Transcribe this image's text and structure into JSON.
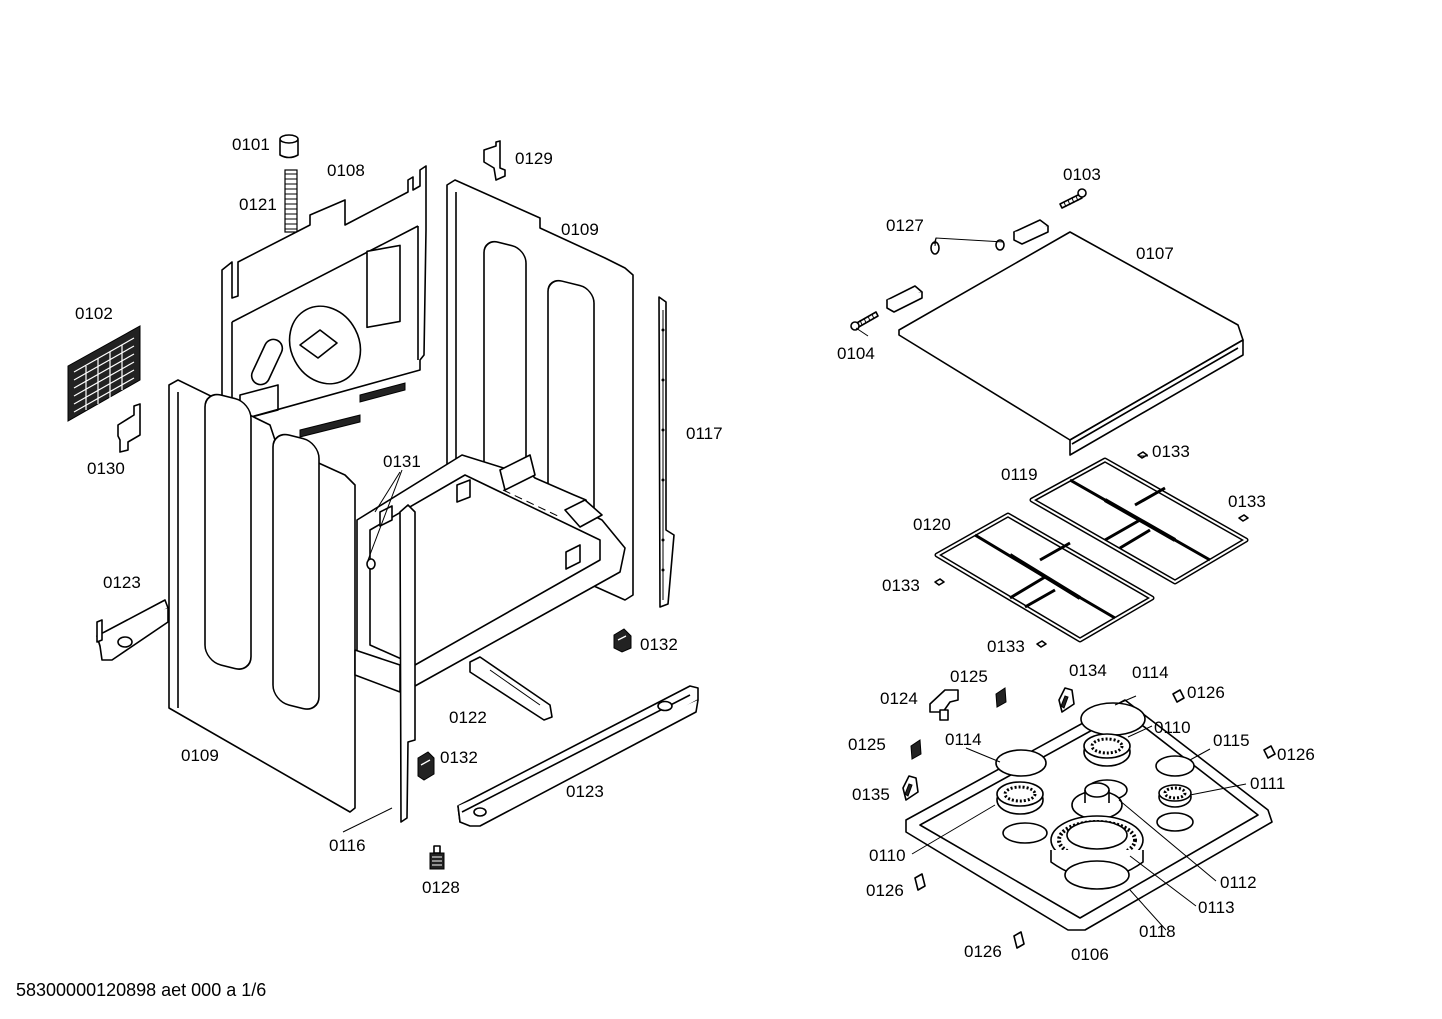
{
  "document": {
    "footer_text": "58300000120898 aet 000 a 1/6"
  },
  "labels": {
    "p0101": "0101",
    "p0108": "0108",
    "p0121": "0121",
    "p0129": "0129",
    "p0109_top": "0109",
    "p0102": "0102",
    "p0130": "0130",
    "p0131": "0131",
    "p0117": "0117",
    "p0123_left": "0123",
    "p0132_a": "0132",
    "p0122": "0122",
    "p0109_bottom": "0109",
    "p0132_b": "0132",
    "p0123_right": "0123",
    "p0116": "0116",
    "p0128": "0128",
    "p0103": "0103",
    "p0127": "0127",
    "p0107": "0107",
    "p0104": "0104",
    "p0133_a": "0133",
    "p0119": "0119",
    "p0133_b": "0133",
    "p0120": "0120",
    "p0133_c": "0133",
    "p0133_d": "0133",
    "p0125_a": "0125",
    "p0134": "0134",
    "p0114_a": "0114",
    "p0124": "0124",
    "p0126_a": "0126",
    "p0110_a": "0110",
    "p0125_b": "0125",
    "p0114_b": "0114",
    "p0115": "0115",
    "p0126_b": "0126",
    "p0111": "0111",
    "p0135": "0135",
    "p0110_b": "0110",
    "p0112": "0112",
    "p0126_c": "0126",
    "p0113": "0113",
    "p0118": "0118",
    "p0126_d": "0126",
    "p0106": "0106"
  }
}
